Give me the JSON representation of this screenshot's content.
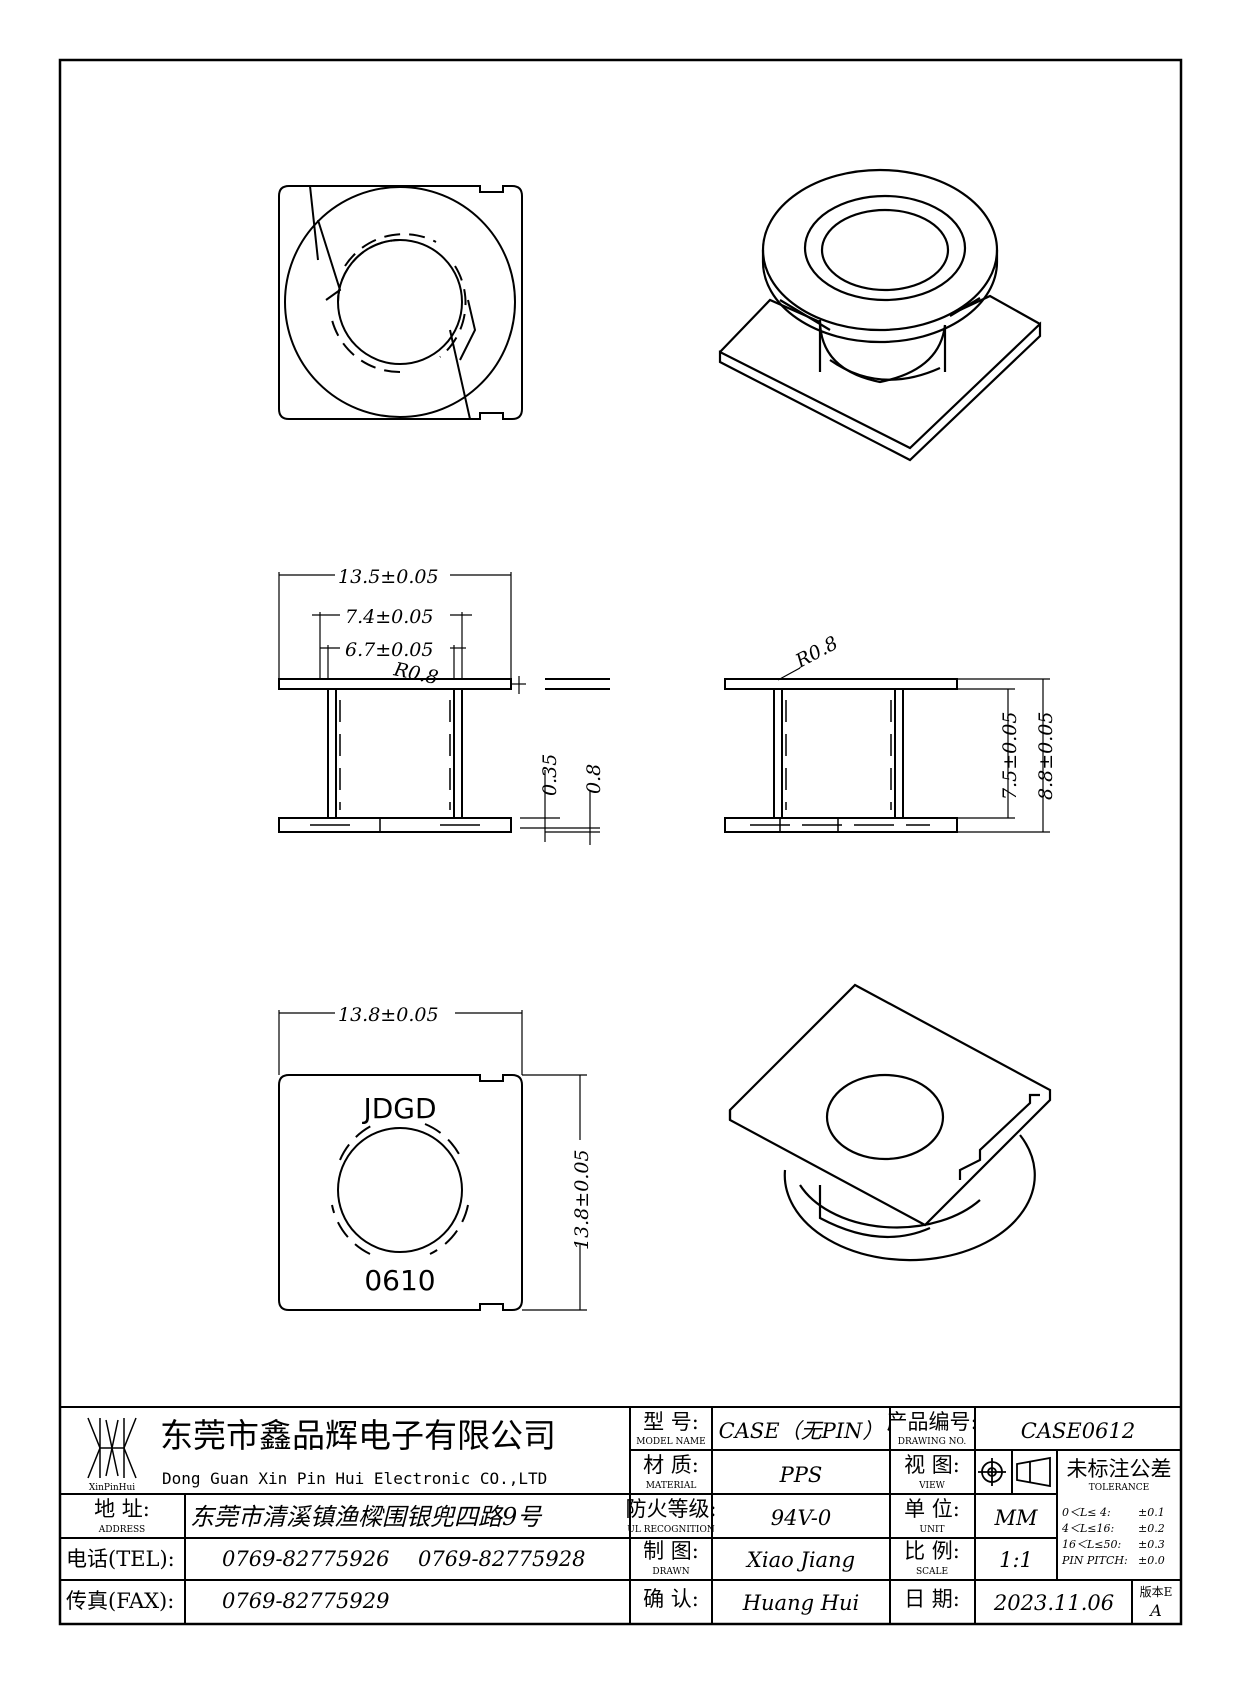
{
  "drawing": {
    "top_view_dims": {
      "width": "13.5±0.05",
      "inner_outer": "7.4±0.05",
      "inner": "6.7±0.05",
      "radius": "R0.8",
      "thin": "0.35",
      "thick": "0.8"
    },
    "side_view_dims": {
      "radius": "R0.8",
      "inner_height": "7.5±0.05",
      "total_height": "8.8±0.05"
    },
    "bottom_view_dims": {
      "width": "13.8±0.05",
      "height": "13.8±0.05"
    },
    "markings": {
      "top": "JDGD",
      "bottom": "0610"
    }
  },
  "title_block": {
    "logo_text": "XinPinHui",
    "company_cn": "东莞市鑫品辉电子有限公司",
    "company_en": "Dong Guan Xin Pin Hui Electronic CO.,LTD",
    "address_label": "地  址:",
    "address_label_en": "ADDRESS",
    "address": "东莞市清溪镇渔樑围银兜四路9号",
    "tel_label": "电话(TEL):",
    "tel1": "0769-82775926",
    "tel2": "0769-82775928",
    "fax_label": "传真(FAX):",
    "fax": "0769-82775929",
    "model_label": "型  号:",
    "model_label_en": "MODEL NAME",
    "model": "CASE（无PIN）",
    "material_label": "材  质:",
    "material_label_en": "MATERIAL",
    "material": "PPS",
    "ul_label": "防火等级:",
    "ul_label_en": "UL RECOGNITION",
    "ul": "94V-0",
    "drawn_label": "制  图:",
    "drawn_label_en": "DRAWN",
    "drawn": "Xiao Jiang",
    "confirm_label": "确  认:",
    "confirm": "Huang Hui",
    "drawing_no_label": "产品编号:",
    "drawing_no_label_en": "DRAWING NO.",
    "drawing_no": "CASE0612",
    "view_label": "视  图:",
    "view_label_en": "VIEW",
    "unit_label": "单  位:",
    "unit_label_en": "UNIT",
    "unit": "MM",
    "scale_label": "比  例:",
    "scale_label_en": "SCALE",
    "scale": "1:1",
    "date_label": "日  期:",
    "date": "2023.11.06",
    "tolerance_label": "未标注公差",
    "tolerance_label_en": "TOLERANCE",
    "tolerance_rows": [
      {
        "range": "0＜L≤ 4:",
        "value": "±0.1"
      },
      {
        "range": "4＜L≤16:",
        "value": "±0.2"
      },
      {
        "range": "16＜L≤50:",
        "value": "±0.3"
      },
      {
        "range": "PIN PITCH:",
        "value": "±0.0"
      }
    ],
    "version_label": "版本E",
    "version": "A"
  }
}
